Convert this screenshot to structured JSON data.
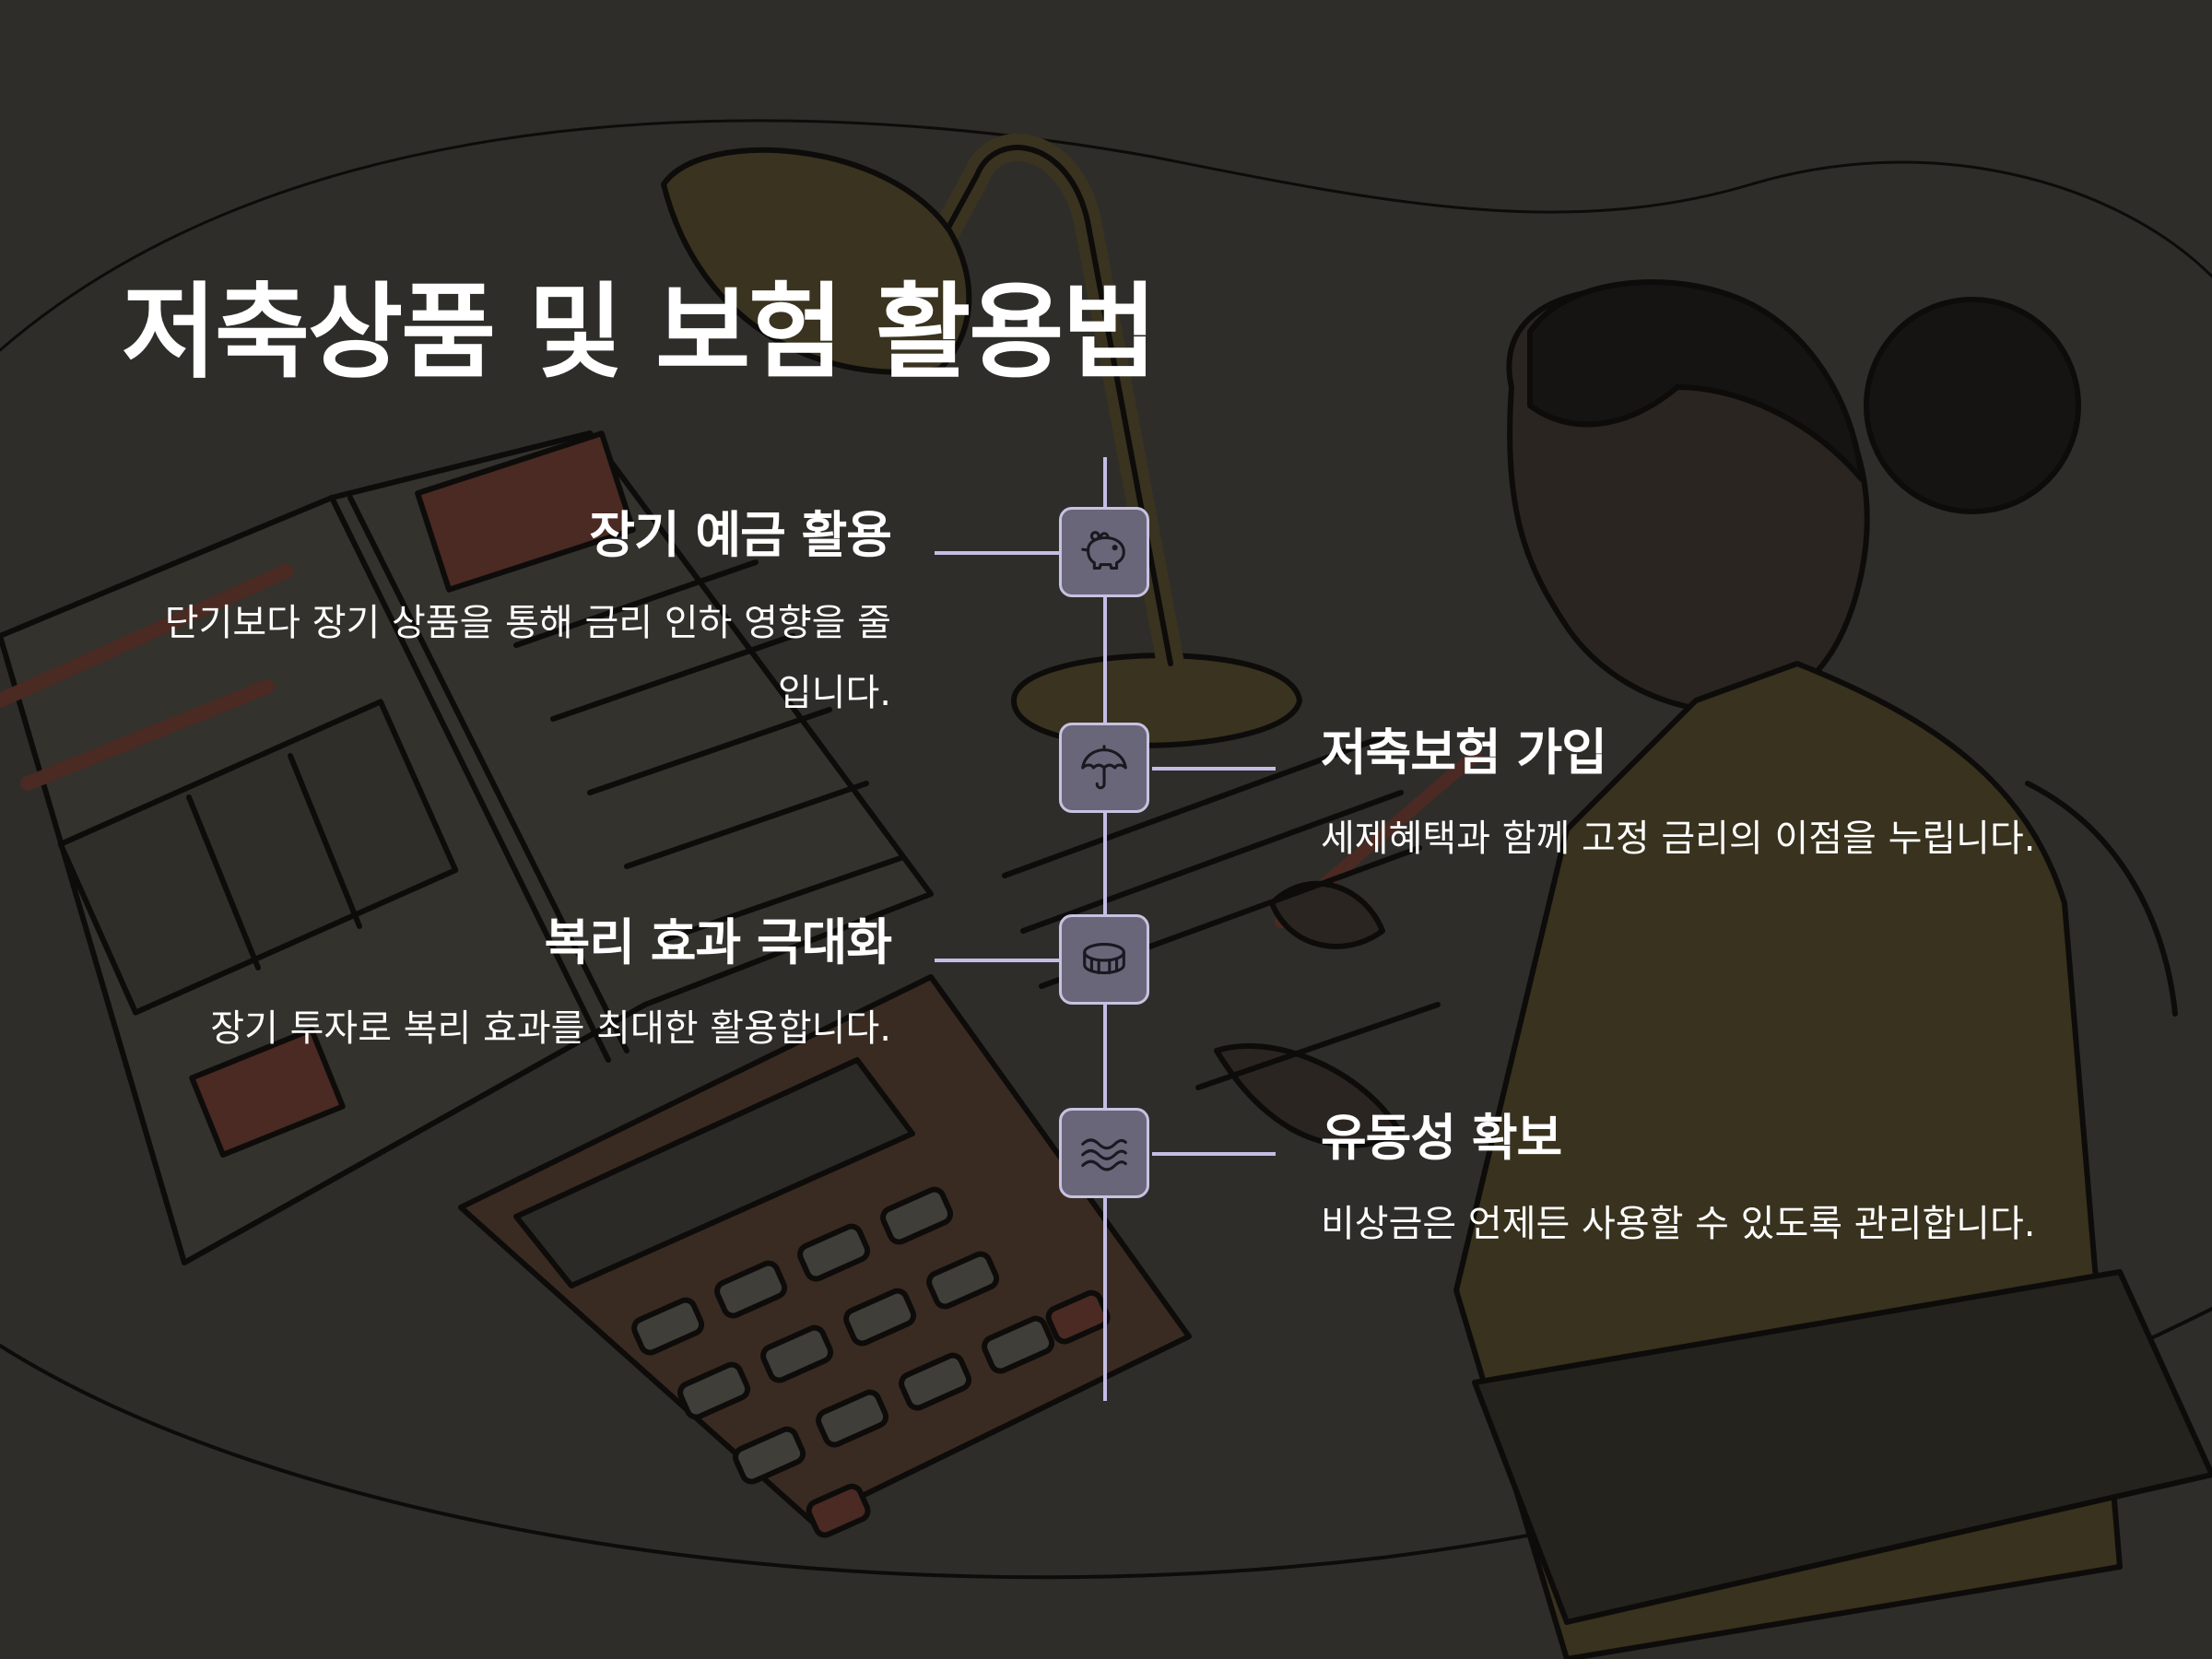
{
  "title": "저축상품 및 보험 활용법",
  "colors": {
    "background": "#2e2d29",
    "accent_line": "#c4bde6",
    "node_fill": "#6a6679",
    "text": "#ffffff"
  },
  "items": [
    {
      "side": "left",
      "title": "장기 예금 활용",
      "description": "단기보다 장기 상품을 통해 금리 인하 영향을 줄입니다.",
      "icon": "piggy-bank-icon"
    },
    {
      "side": "right",
      "title": "저축보험 가입",
      "description": "세제혜택과 함께 고정 금리의 이점을 누립니다.",
      "icon": "umbrella-icon"
    },
    {
      "side": "left",
      "title": "복리 효과 극대화",
      "description": "장기 투자로 복리 효과를 최대한 활용합니다.",
      "icon": "coins-icon"
    },
    {
      "side": "right",
      "title": "유동성 확보",
      "description": "비상금은 언제든 사용할 수 있도록 관리합니다.",
      "icon": "waves-icon"
    }
  ]
}
